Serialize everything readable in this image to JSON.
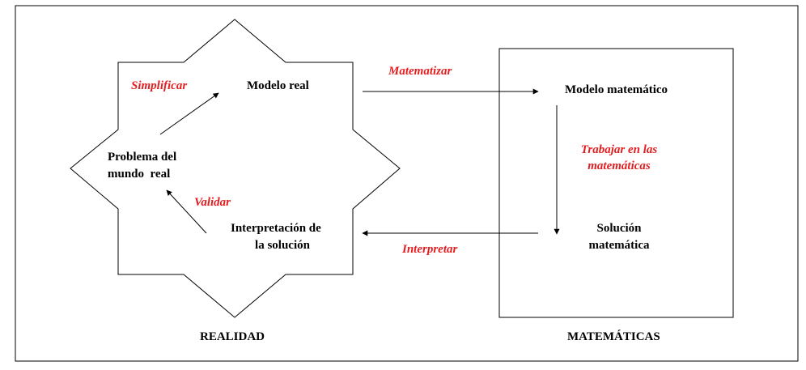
{
  "colors": {
    "action_text": "#e41e20",
    "node_text": "#000000",
    "lines": "#000000"
  },
  "reality": {
    "caption": "REALIDAD",
    "nodes": {
      "real_model": "Modelo real",
      "real_problem_line1": "Problema del",
      "real_problem_line2": "mundo  real",
      "interpretation_line1": "Interpretación de",
      "interpretation_line2": "la solución"
    },
    "actions": {
      "simplify": "Simplificar",
      "validate": "Validar"
    }
  },
  "mathematics": {
    "caption": "MATEMÁTICAS",
    "nodes": {
      "math_model": "Modelo matemático",
      "math_solution_line1": "Solución",
      "math_solution_line2": "matemática"
    },
    "actions": {
      "work_line1": "Trabajar en las",
      "work_line2": "matemáticas"
    }
  },
  "transitions": {
    "mathematize": "Matematizar",
    "interpret": "Interpretar"
  }
}
